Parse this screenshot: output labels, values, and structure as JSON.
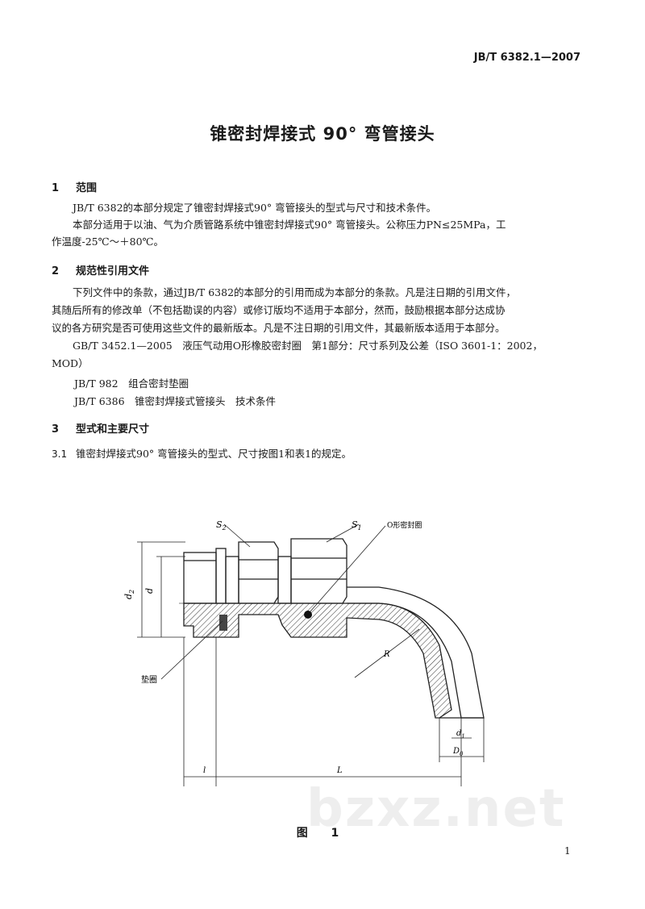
{
  "header": {
    "standard_code": "JB/T 6382.1—2007"
  },
  "title": "锥密封焊接式 90° 弯管接头",
  "sections": {
    "s1": {
      "number": "1",
      "heading": "范围",
      "p1": "JB/T 6382的本部分规定了锥密封焊接式90° 弯管接头的型式与尺寸和技术条件。",
      "p2_line1": "本部分适用于以油、气为介质管路系统中锥密封焊接式90° 弯管接头。公称压力PN≤25MPa，工",
      "p2_line2": "作温度-25℃～＋80℃。"
    },
    "s2": {
      "number": "2",
      "heading": "规范性引用文件",
      "p1_line1": "下列文件中的条款，通过JB/T 6382的本部分的引用而成为本部分的条款。凡是注日期的引用文件，",
      "p1_line2": "其随后所有的修改单（不包括勘误的内容）或修订版均不适用于本部分，然而，鼓励根据本部分达成协",
      "p1_line3": "议的各方研究是否可使用这些文件的最新版本。凡是不注日期的引用文件，其最新版本适用于本部分。",
      "ref1_line1": "GB/T 3452.1—2005　液压气动用O形橡胶密封圈　第1部分：尺寸系列及公差（ISO 3601-1：2002，",
      "ref1_line2": "MOD）",
      "ref2": "JB/T 982　组合密封垫圈",
      "ref3": "JB/T 6386　锥密封焊接式管接头　技术条件"
    },
    "s3": {
      "number": "3",
      "heading": "型式和主要尺寸",
      "sub_number": "3.1",
      "sub_text": "锥密封焊接式90° 弯管接头的型式、尺寸按图1和表1的规定。"
    }
  },
  "figure": {
    "labels": {
      "s2_main": "S",
      "s2_sub": "2",
      "s1_main": "S",
      "s1_sub": "1",
      "o_ring": "O形密封圈",
      "d2_main": "d",
      "d2_sub": "2",
      "d": "d",
      "gasket": "垫圈",
      "R": "R",
      "d1_main": "d",
      "d1_sub": "1",
      "D0_main": "D",
      "D0_sub": "0",
      "l": "l",
      "L": "L"
    },
    "caption": "图 1"
  },
  "page_number": "1",
  "watermark": "bzxz.net"
}
